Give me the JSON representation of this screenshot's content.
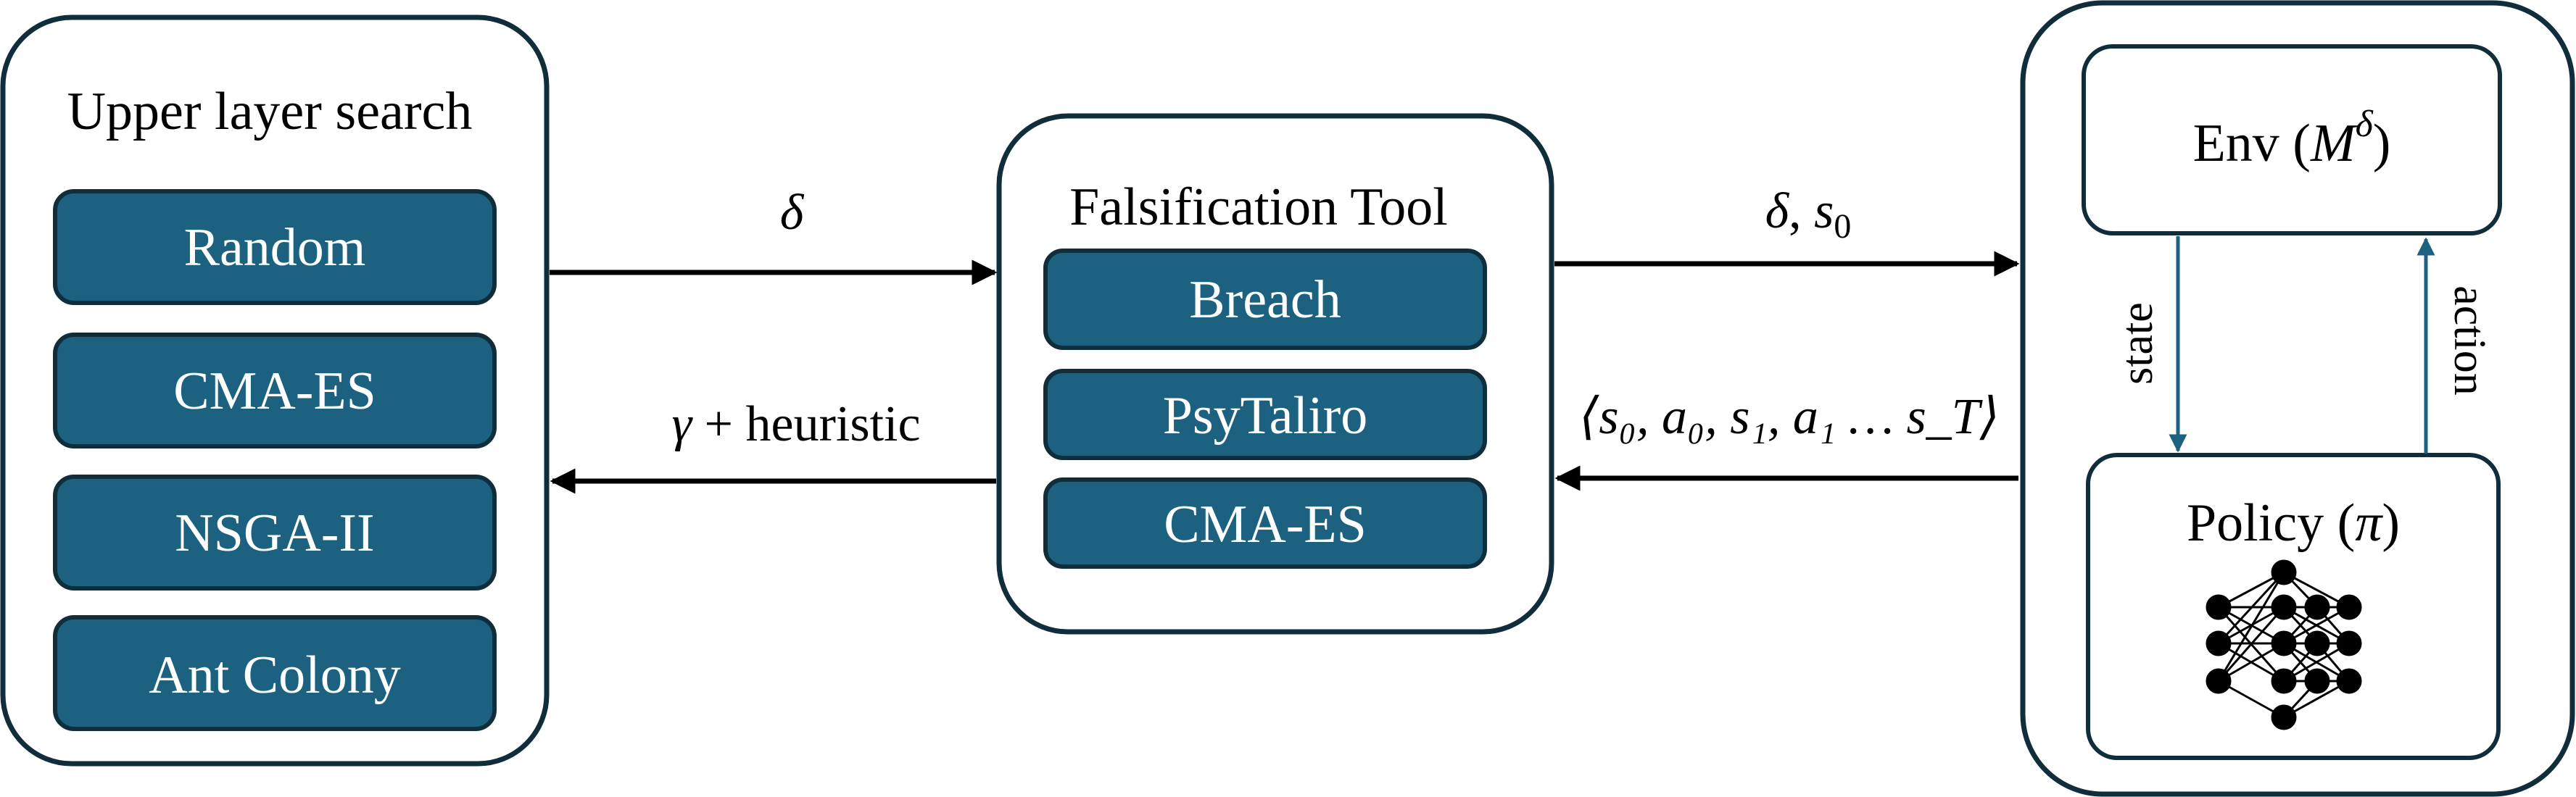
{
  "colors": {
    "accent": "#1c6280",
    "outline": "#0f2d3a",
    "neuron": "#000000"
  },
  "upper_layer": {
    "title": "Upper layer search",
    "items": [
      "Random",
      "CMA-ES",
      "NSGA-II",
      "Ant Colony"
    ]
  },
  "falsification": {
    "title": "Falsification Tool",
    "items": [
      "Breach",
      "PsyTaliro",
      "CMA-ES"
    ]
  },
  "env_box": {
    "label": "Env (",
    "math_symbol": "M",
    "math_superscript": "δ",
    "close": ")"
  },
  "policy_box": {
    "label": "Policy (",
    "math_symbol": "π",
    "close": ")",
    "icon": "neural-network-icon"
  },
  "edges": {
    "upper_to_tool": {
      "symbol": "δ"
    },
    "tool_to_upper": {
      "gamma": "γ",
      "rest": " + heuristic"
    },
    "tool_to_env": {
      "delta": "δ",
      "comma": ", ",
      "s": "s",
      "s_sub": "0"
    },
    "env_to_tool": {
      "text": "⟨s₀, a₀, s₁, a₁ … s_T⟩"
    },
    "env_to_policy": {
      "label": "state"
    },
    "policy_to_env": {
      "label": "action"
    }
  }
}
